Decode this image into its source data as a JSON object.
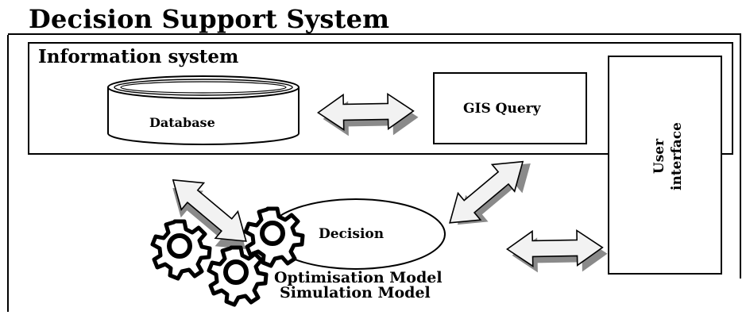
{
  "diagram": {
    "title": "Decision Support System",
    "information_system": {
      "title": "Information system"
    },
    "database": {
      "label": "Database"
    },
    "gis_query": {
      "label": "GIS Query"
    },
    "user_interface": {
      "line1": "User",
      "line2": "interface"
    },
    "decision": {
      "label": "Decision"
    },
    "models": {
      "optimisation": "Optimisation Model",
      "simulation": "Simulation Model"
    },
    "icons": [
      "gear-icon",
      "database-icon",
      "double-arrow-icon"
    ],
    "colors": {
      "line": "#000000",
      "arrow_light": "#f2f2f2",
      "arrow_dark": "#8a8a8a",
      "background": "#ffffff"
    }
  }
}
